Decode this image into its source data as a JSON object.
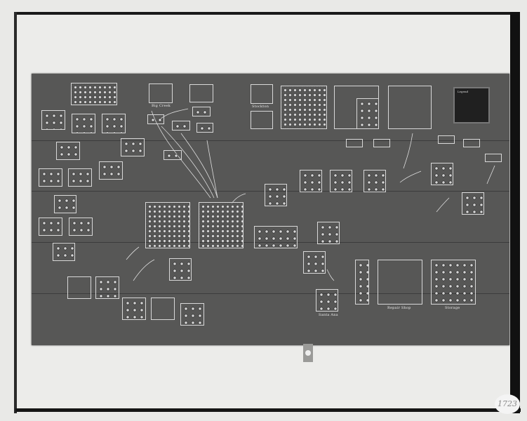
{
  "board": {
    "labels": {
      "big_creek": "Big Creek",
      "stockton": "Stockton",
      "repair_shop": "Repair Shop",
      "storage": "Storage",
      "santa_ana": "Santa Ana"
    },
    "legend_title": "Legend",
    "stamp_number": "1723"
  }
}
